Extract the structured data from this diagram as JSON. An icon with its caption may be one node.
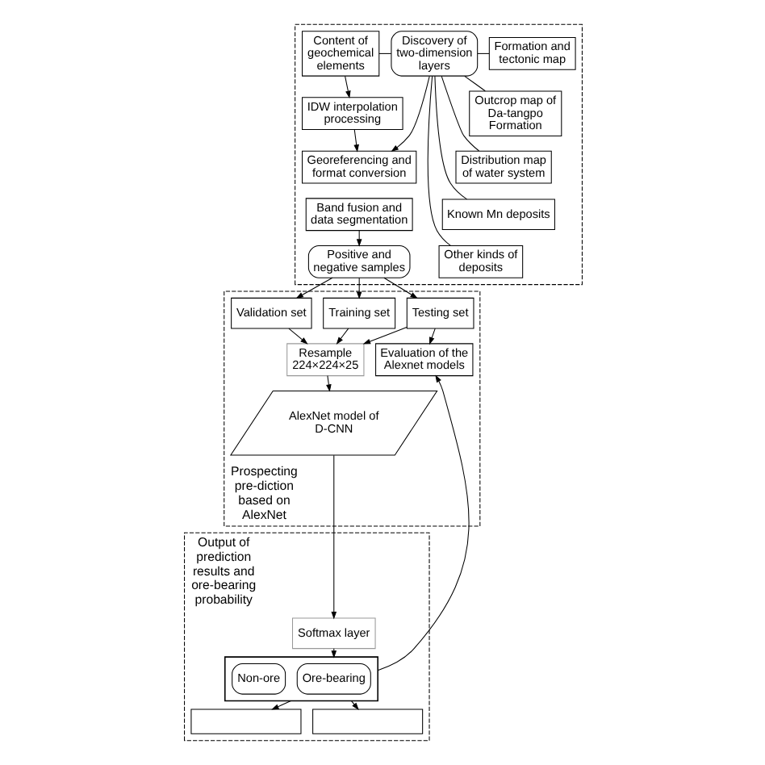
{
  "diagram": {
    "nodes": [
      {
        "text": [],
        "shape": "box"
      },
      {
        "text": [
          "Formation and tectonic map"
        ],
        "in": 0
      },
      {
        "text": [
          "Outcrop map of Da-tangpo Formation"
        ],
        "in": 0
      },
      {
        "text": [
          "Distribution map of water system"
        ],
        "in": 0
      },
      {
        "text": [
          "Known Mn deposits"
        ],
        "in": 0
      },
      {
        "text": [
          "Other kinds of deposits"
        ],
        "in": 0
      },
      {
        "text": [
          "Discovery of two-dimension layers"
        ],
        "in": 0
      },
      {
        "text": [
          "Content of geochemical elements"
        ],
        "in": 0
      },
      {
        "text": [
          "Georeferencing and format conversion"
        ],
        "in": 0
      },
      {
        "text": [
          "IDW interpolation processing"
        ],
        "in": 0
      },
      {
        "text": [
          "Band fusion and data segmentation"
        ],
        "in": 0
      },
      {
        "text": [
          "Positive and negative samples"
        ],
        "in": 0
      },
      {
        "text": [
          "Prospecting pre-diction based on AlexNet"
        ]
      },
      {
        "text": [
          "Training set"
        ],
        "in": 12
      },
      {
        "text": [
          "Validation set"
        ],
        "in": 12
      },
      {
        "text": [
          "Testing set"
        ],
        "in": 12
      },
      {
        "text": [
          "Resample  224×224×25"
        ],
        "in": 12
      },
      {
        "text": [
          "Evaluation of the Alexnet models"
        ],
        "in": 12
      },
      {
        "text": [
          "AlexNet model of D-CNN"
        ],
        "in": 12
      },
      {
        "text": [
          "Output of prediction results and ore-bearing probability"
        ]
      },
      {
        "text": [
          "Softmax layer"
        ],
        "in": 19
      },
      {
        "text": [],
        "shape": "box",
        "in": 19
      },
      {
        "text": [
          "Ore-bearing"
        ],
        "in": 21
      },
      {
        "text": [
          "Non-ore"
        ],
        "in": 21
      },
      {
        "text": [],
        "shape": "box",
        "in": 19
      },
      {
        "text": [],
        "shape": "box",
        "in": 19
      }
    ],
    "edges": [
      {
        "from": 1,
        "to": 6,
        "arrow": "none"
      },
      {
        "from": 2,
        "to": 6,
        "arrow": "none"
      },
      {
        "from": 3,
        "to": 6,
        "arrow": "none"
      },
      {
        "from": 4,
        "to": 6,
        "arrow": "none"
      },
      {
        "from": 5,
        "to": 6,
        "arrow": "none"
      },
      {
        "from": 7,
        "to": 6,
        "arrow": "none"
      },
      {
        "from": 6,
        "to": 8,
        "arrow": "to"
      },
      {
        "from": 7,
        "to": 9,
        "arrow": "to"
      },
      {
        "from": 9,
        "to": 8,
        "arrow": "to"
      },
      {
        "from": 10,
        "to": 11,
        "arrow": "to"
      },
      {
        "from": 11,
        "to": 13,
        "arrow": "to"
      },
      {
        "from": 11,
        "to": 14,
        "arrow": "to"
      },
      {
        "from": 11,
        "to": 15,
        "arrow": "to"
      },
      {
        "from": 13,
        "to": 16,
        "arrow": "to"
      },
      {
        "from": 14,
        "to": 16,
        "arrow": "to"
      },
      {
        "from": 15,
        "to": 16,
        "arrow": "to"
      },
      {
        "from": 15,
        "to": 17,
        "arrow": "to"
      },
      {
        "from": 16,
        "to": 18,
        "arrow": "to"
      },
      {
        "from": 18,
        "to": 20,
        "arrow": "to"
      },
      {
        "from": 20,
        "to": 21,
        "arrow": "to"
      },
      {
        "from": 21,
        "to": 17,
        "arrow": "to"
      },
      {
        "from": 21,
        "to": 24,
        "arrow": "to"
      },
      {
        "from": 21,
        "to": 25,
        "arrow": "to"
      }
    ]
  }
}
